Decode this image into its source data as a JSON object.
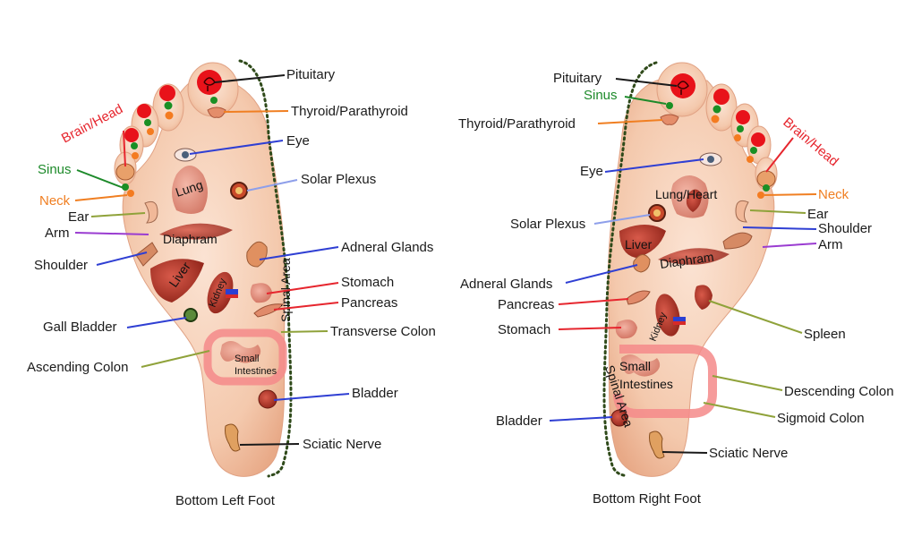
{
  "captions": {
    "left": "Bottom Left Foot",
    "right": "Bottom Right Foot"
  },
  "spinal_label": "Spinal Area",
  "colors": {
    "black": "#1a1a1a",
    "orange": "#f07f22",
    "blue": "#2f3fd3",
    "lightblue": "#8e9fea",
    "olive": "#8fa23a",
    "red": "#e6262e",
    "green": "#1d8a2a",
    "purple": "#9a3cd1",
    "skin": "#f3c5a8",
    "dot_red": "#e8121a",
    "dot_green": "#1a8f24",
    "dot_orange": "#f47b20"
  },
  "left": {
    "labels": {
      "pituitary": "Pituitary",
      "thyroid": "Thyroid/Parathyroid",
      "eye": "Eye",
      "solar_plexus": "Solar Plexus",
      "brain": "Brain/Head",
      "sinus": "Sinus",
      "neck": "Neck",
      "ear": "Ear",
      "arm": "Arm",
      "shoulder": "Shoulder",
      "adrenal": "Adneral Glands",
      "stomach": "Stomach",
      "pancreas": "Pancreas",
      "gall_bladder": "Gall Bladder",
      "transverse_colon": "Transverse Colon",
      "ascending_colon": "Ascending Colon",
      "bladder": "Bladder",
      "sciatic": "Sciatic Nerve"
    },
    "organs": {
      "lung": "Lung",
      "diaphram": "Diaphram",
      "liver": "Liver",
      "kidney": "Kidney",
      "small_int_1": "Small",
      "small_int_2": "Intestines"
    }
  },
  "right": {
    "labels": {
      "pituitary": "Pituitary",
      "sinus": "Sinus",
      "thyroid": "Thyroid/Parathyroid",
      "eye": "Eye",
      "brain": "Brain/Head",
      "neck": "Neck",
      "ear": "Ear",
      "shoulder": "Shoulder",
      "arm": "Arm",
      "solar_plexus": "Solar Plexus",
      "adrenal": "Adneral Glands",
      "pancreas": "Pancreas",
      "stomach": "Stomach",
      "spleen": "Spleen",
      "descending_colon": "Descending Colon",
      "sigmoid_colon": "Sigmoid Colon",
      "bladder": "Bladder",
      "sciatic": "Sciatic Nerve"
    },
    "organs": {
      "lung_heart": "Lung/Heart",
      "liver": "Liver",
      "diaphram": "Diaphram",
      "kidney": "Kidney",
      "small_int_1": "Small",
      "small_int_2": "Intestines"
    }
  }
}
